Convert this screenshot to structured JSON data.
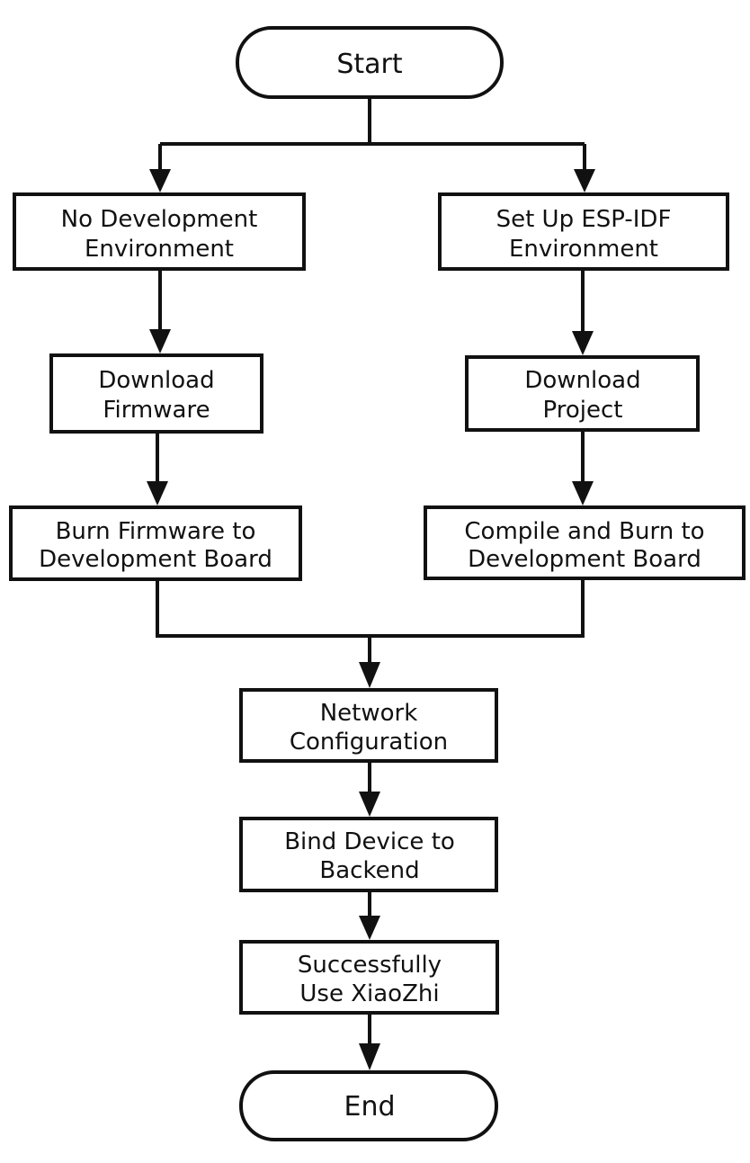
{
  "nodes": {
    "start": {
      "label": "Start"
    },
    "no_dev_env": {
      "line1": "No Development",
      "line2": "Environment"
    },
    "setup_idf": {
      "line1": "Set Up ESP-IDF",
      "line2": "Environment"
    },
    "download_firmware": {
      "line1": "Download",
      "line2": "Firmware"
    },
    "download_project": {
      "line1": "Download",
      "line2": "Project"
    },
    "burn_firmware": {
      "line1": "Burn Firmware to",
      "line2": "Development Board"
    },
    "compile_burn": {
      "line1": "Compile and Burn to",
      "line2": "Development Board"
    },
    "network_config": {
      "line1": "Network",
      "line2": "Configuration"
    },
    "bind_device": {
      "line1": "Bind Device to",
      "line2": "Backend"
    },
    "success": {
      "line1": "Successfully",
      "line2": "Use XiaoZhi"
    },
    "end": {
      "label": "End"
    }
  },
  "colors": {
    "stroke": "#111111",
    "background": "#ffffff"
  }
}
